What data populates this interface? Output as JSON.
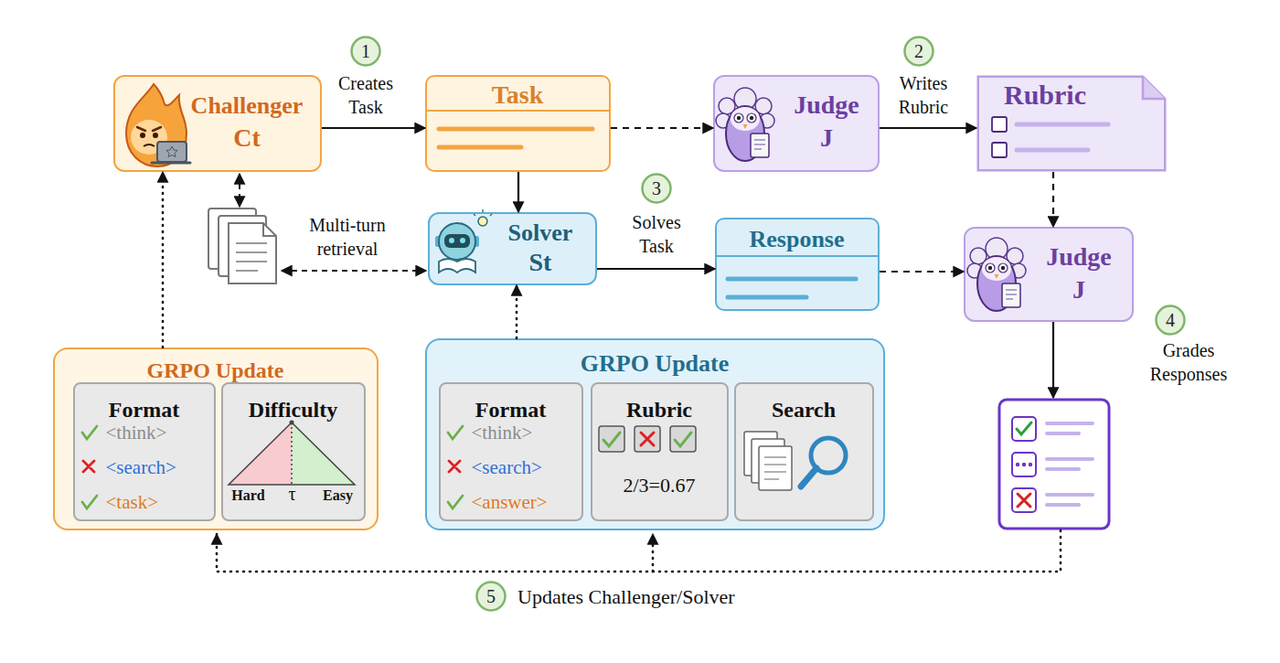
{
  "diagram": {
    "nodes": [
      {
        "text": [
          "Challenger",
          "Ct"
        ]
      },
      {
        "text": [
          "1"
        ]
      },
      {
        "text": [
          "Task"
        ]
      },
      {
        "text": [
          "Judge",
          "J"
        ]
      },
      {
        "text": [
          "2"
        ]
      },
      {
        "text": [
          "Rubric"
        ]
      },
      {
        "text": [
          "Solver",
          "St"
        ]
      },
      {
        "text": [
          "3"
        ]
      },
      {
        "text": [
          "Response"
        ]
      },
      {
        "text": [
          "Judge",
          "J"
        ]
      },
      {
        "text": [
          "4"
        ]
      },
      {
        "text": [
          "GRPO Update"
        ]
      },
      {
        "text": [
          "Format",
          "<think>",
          "<search>",
          "<task>"
        ],
        "in": 11
      },
      {
        "text": [
          "Difficulty",
          "Hard",
          "τ",
          "Easy"
        ],
        "in": 11
      },
      {
        "text": [
          "GRPO Update"
        ]
      },
      {
        "text": [
          "Format",
          "<think>",
          "<search>",
          "<answer>"
        ],
        "in": 14
      },
      {
        "text": [
          "Rubric",
          "2/3=0.67"
        ],
        "in": 14
      },
      {
        "text": [
          "Search"
        ],
        "in": 14
      },
      {
        "text": [
          "5"
        ]
      }
    ],
    "edges": [
      {
        "from": 0,
        "to": 2,
        "arrow": "to"
      },
      {
        "from": 2,
        "to": 3,
        "arrow": "to"
      },
      {
        "from": 3,
        "to": 5,
        "arrow": "to"
      },
      {
        "from": 2,
        "to": 6,
        "arrow": "to"
      },
      {
        "from": 5,
        "to": 9,
        "arrow": "to"
      },
      {
        "from": 6,
        "to": 8,
        "arrow": "to"
      },
      {
        "from": 8,
        "to": 9,
        "arrow": "to"
      },
      {
        "from": 11,
        "to": 0,
        "arrow": "to"
      },
      {
        "from": 14,
        "to": 6,
        "arrow": "to"
      }
    ],
    "labels": [
      "Creates Task",
      "Writes Rubric",
      "Multi-turn retrieval",
      "Solves Task",
      "Grades Responses",
      "Updates Challenger/Solver"
    ]
  }
}
